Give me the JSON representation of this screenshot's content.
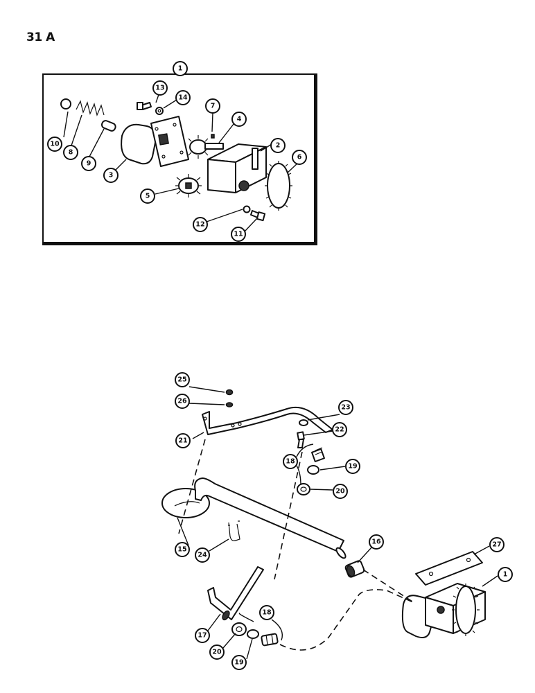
{
  "page_label": "31 A",
  "callouts": {
    "c1_top": "1",
    "c2": "2",
    "c3": "3",
    "c4": "4",
    "c5": "5",
    "c6": "6",
    "c7": "7",
    "c8": "8",
    "c9": "9",
    "c10": "10",
    "c11": "11",
    "c12": "12",
    "c13": "13",
    "c14": "14",
    "c15": "15",
    "c16": "16",
    "c17": "17",
    "c18_upper": "18",
    "c18_lower": "18",
    "c19_upper": "19",
    "c19_lower": "19",
    "c20_upper": "20",
    "c20_lower": "20",
    "c21": "21",
    "c22": "22",
    "c23": "23",
    "c24": "24",
    "c25": "25",
    "c26": "26",
    "c27": "27",
    "c1_lower": "1"
  }
}
